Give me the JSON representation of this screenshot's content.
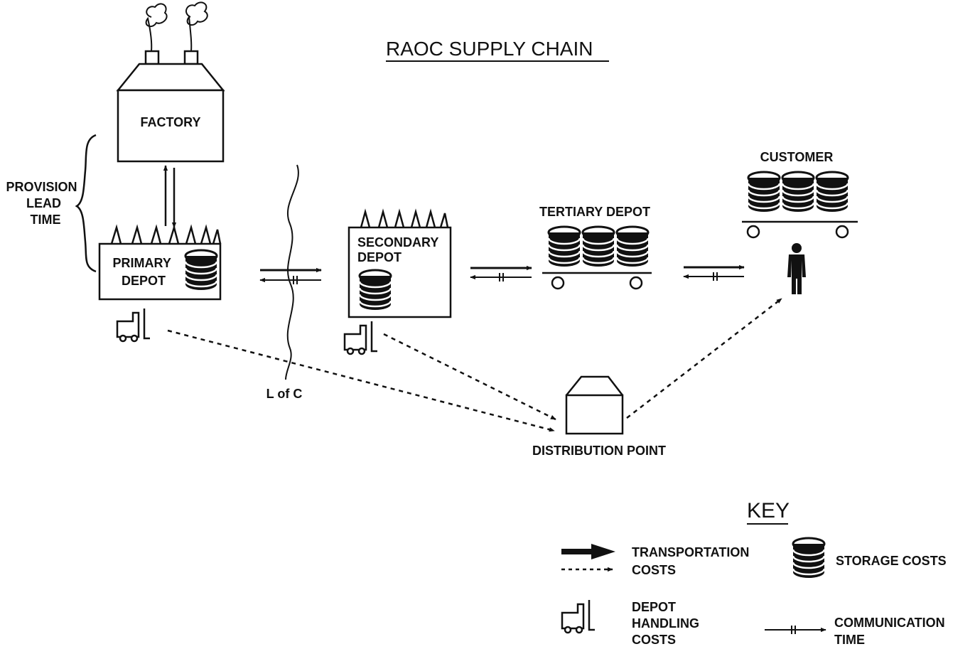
{
  "diagram": {
    "title": "RAOC SUPPLY CHAIN",
    "nodes": {
      "factory": "FACTORY",
      "primary_depot": [
        "PRIMARY",
        "DEPOT"
      ],
      "secondary_depot": [
        "SECONDARY",
        "DEPOT"
      ],
      "tertiary_depot": "TERTIARY DEPOT",
      "customer": "CUSTOMER",
      "distribution_point": "DISTRIBUTION POINT"
    },
    "provision_lead_time": [
      "PROVISION",
      "LEAD",
      "TIME"
    ],
    "line_of_communication": "L of C"
  },
  "key": {
    "title": "KEY",
    "transportation": [
      "TRANSPORTATION",
      "COSTS"
    ],
    "storage": "STORAGE COSTS",
    "handling": [
      "DEPOT",
      "HANDLING",
      "COSTS"
    ],
    "communication": [
      "COMMUNICATION",
      "TIME"
    ]
  }
}
